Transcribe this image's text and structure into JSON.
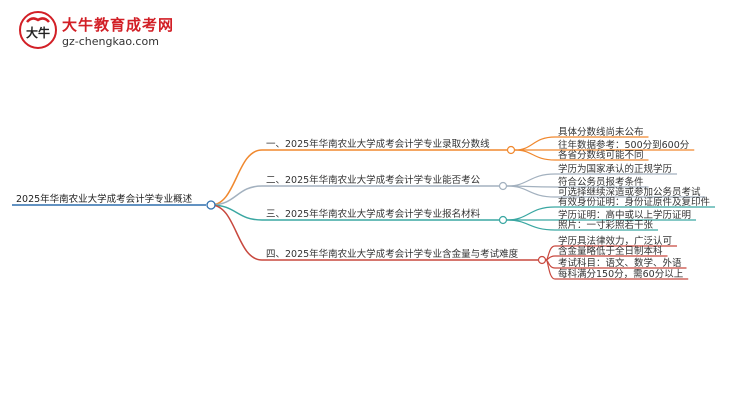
{
  "logo": {
    "title": "大牛教育成考网",
    "url": "gz-chengkao.com",
    "mark_text": "大牛"
  },
  "root": {
    "label": "2025年华南农业大学成考会计学专业概述"
  },
  "branches": [
    {
      "label": "一、2025年华南农业大学成考会计学专业录取分数线",
      "color": "#f0882e",
      "leaves": [
        "具体分数线尚未公布",
        "往年数据参考：500分到600分",
        "各省分数线可能不同"
      ]
    },
    {
      "label": "二、2025年华南农业大学成考会计学专业能否考公",
      "color": "#a3b1bf",
      "leaves": [
        "学历为国家承认的正规学历",
        "符合公务员报考条件",
        "可选择继续深造或参加公务员考试"
      ]
    },
    {
      "label": "三、2025年华南农业大学成考会计学专业报名材料",
      "color": "#3aa7a2",
      "leaves": [
        "有效身份证明：身份证原件及复印件",
        "学历证明：高中或以上学历证明",
        "照片：一寸彩照若干张"
      ]
    },
    {
      "label": "四、2025年华南农业大学成考会计学专业含金量与考试难度",
      "color": "#c8483e",
      "leaves": [
        "学历具法律效力，广泛认可",
        "含金量略低于全日制本科",
        "考试科目：语文、数学、外语",
        "每科满分150分，需60分以上"
      ]
    }
  ],
  "colors": {
    "root_line": "#2f6fae",
    "brand_red": "#d21f26",
    "node_fill": "#ffffff"
  }
}
